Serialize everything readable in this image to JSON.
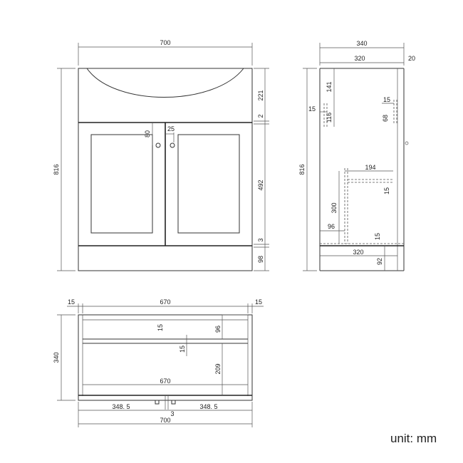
{
  "unit_label": "unit: mm",
  "front": {
    "width": "700",
    "height": "816",
    "basin": "221",
    "gap_top": "2",
    "doors": "492",
    "gap_bottom": "3",
    "plinth": "98",
    "handle_drop": "80",
    "handle_gap": "25"
  },
  "side": {
    "depth": "340",
    "inner": "320",
    "back": "20",
    "height": "816",
    "top_offset": "141",
    "rail": "15",
    "rail_height": "116",
    "right_rail": "15",
    "right_height": "68",
    "fixing": "194",
    "fixing_thk": "15",
    "inner_height": "300",
    "shelf_set": "96",
    "base_thk": "15",
    "base_depth": "320",
    "base_gap": "92"
  },
  "plan": {
    "side_left": "15",
    "inner_width": "670",
    "side_right": "15",
    "depth": "340",
    "top_panel": "15",
    "back_depth": "96",
    "mid_panel": "15",
    "inner_depth": "209",
    "bottom_width": "670",
    "left_door": "348. 5",
    "right_door": "348. 5",
    "door_gap": "3",
    "overall": "700"
  }
}
